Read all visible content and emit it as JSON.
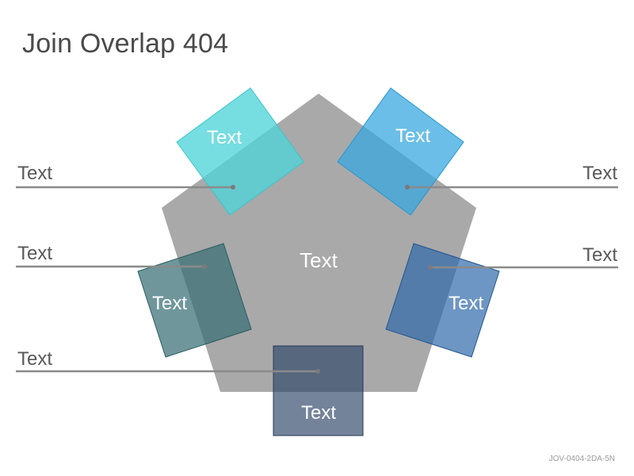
{
  "title": "Join Overlap 404",
  "center_label": "Text",
  "boxes": [
    {
      "label": "Text",
      "color": "#4fd3d8"
    },
    {
      "label": "Text",
      "color": "#3aa8df"
    },
    {
      "label": "Text",
      "color": "#386f74"
    },
    {
      "label": "Text",
      "color": "#2f6aab"
    },
    {
      "label": "Text",
      "color": "#31486a"
    }
  ],
  "callouts": [
    {
      "label": "Text"
    },
    {
      "label": "Text"
    },
    {
      "label": "Text"
    },
    {
      "label": "Text"
    },
    {
      "label": "Text"
    }
  ],
  "colors": {
    "pentagon": "#a9a9a9",
    "callout_line": "#8a8a8a",
    "title": "#4a4a4a"
  },
  "footer_code": "JOV-0404-2DA-5N"
}
